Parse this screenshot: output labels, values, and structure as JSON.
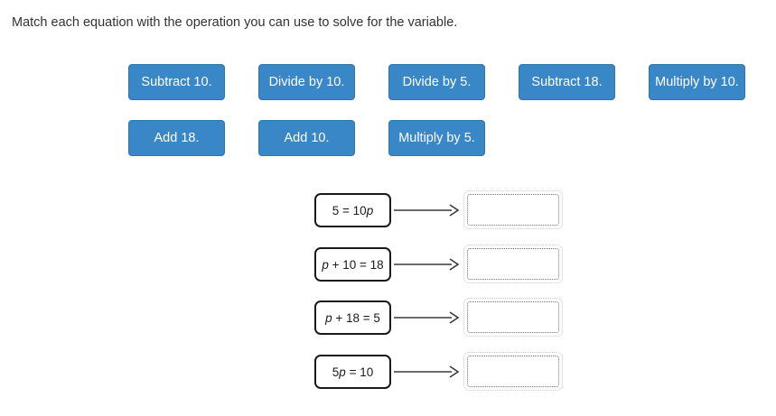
{
  "prompt": "Match each equation with the operation you can use to solve for the variable.",
  "tiles": {
    "row1": [
      "Subtract 10.",
      "Divide by 10.",
      "Divide by 5.",
      "Subtract 18.",
      "Multiply by 10."
    ],
    "row2": [
      "Add 18.",
      "Add 10.",
      "Multiply by 5."
    ]
  },
  "matches": [
    {
      "equation": {
        "text": "5 = 10p",
        "pre": "5 = 10",
        "var": "p",
        "post": ""
      },
      "drop_value": ""
    },
    {
      "equation": {
        "text": "p + 10 = 18",
        "pre": "",
        "var": "p",
        "post": " + 10 = 18"
      },
      "drop_value": ""
    },
    {
      "equation": {
        "text": "p + 18 = 5",
        "pre": "",
        "var": "p",
        "post": " + 18 = 5"
      },
      "drop_value": ""
    },
    {
      "equation": {
        "text": "5p = 10",
        "pre": "5",
        "var": "p",
        "post": " = 10"
      },
      "drop_value": ""
    }
  ],
  "colors": {
    "tile_bg": "#3a87c8",
    "tile_border": "#2d76ae",
    "tile_text": "#ffffff",
    "equation_border": "#1a1a1a",
    "arrow": "#3a3a3a",
    "dropzone_dots_inner": "#707070",
    "dropzone_dots_outer": "#c9c9c9"
  }
}
